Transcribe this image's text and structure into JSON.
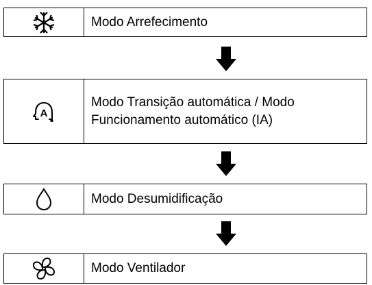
{
  "modes": [
    {
      "icon": "snowflake-icon",
      "label": "Modo Arrefecimento"
    },
    {
      "icon": "auto-mode-icon",
      "label": "Modo Transição automática / Modo Funcionamento automático (IA)"
    },
    {
      "icon": "water-drop-icon",
      "label": "Modo Desumidificação"
    },
    {
      "icon": "fan-icon",
      "label": "Modo Ventilador"
    }
  ],
  "arrows": [
    {
      "icon": "arrow-down-icon",
      "direction": "down"
    },
    {
      "icon": "arrow-down-icon",
      "direction": "down"
    },
    {
      "icon": "arrow-down-icon",
      "direction": "down"
    }
  ],
  "colors": {
    "line": "#000000",
    "background": "#ffffff"
  }
}
